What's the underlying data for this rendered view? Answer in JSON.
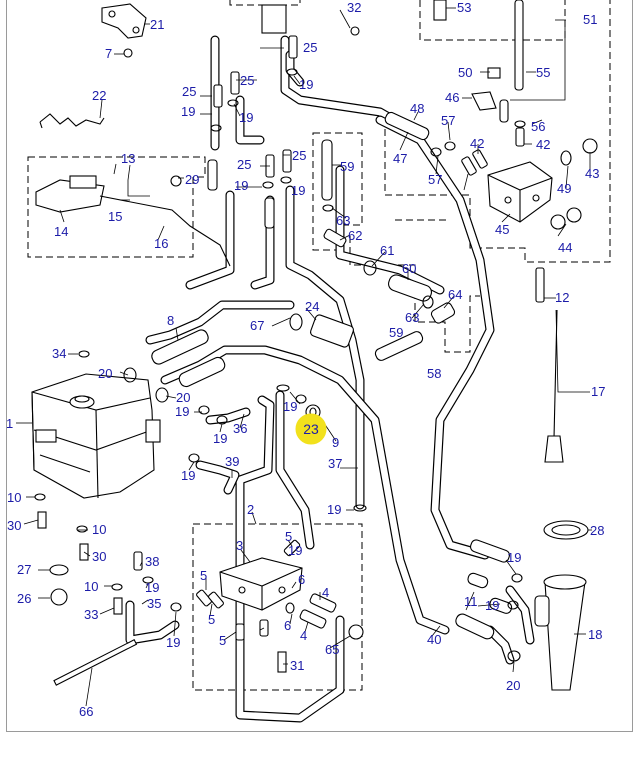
{
  "diagram": {
    "callout_color": "#1c1ca8",
    "highlight_color": "#f2e11c",
    "highlighted_part": "23",
    "labels": {
      "l1": "1",
      "l2": "2",
      "l3": "3",
      "l4a": "4",
      "l4b": "4",
      "l5a": "5",
      "l5b": "5",
      "l5c": "5",
      "l5d": "5",
      "l6a": "6",
      "l6b": "6",
      "l7": "7",
      "l8": "8",
      "l9": "9",
      "l10a": "10",
      "l10b": "10",
      "l10c": "10",
      "l11": "11",
      "l12": "12",
      "l13": "13",
      "l14": "14",
      "l15": "15",
      "l16": "16",
      "l17": "17",
      "l18": "18",
      "l19a": "19",
      "l19b": "19",
      "l19c": "19",
      "l19d": "19",
      "l19e": "19",
      "l19f": "19",
      "l19g": "19",
      "l19h": "19",
      "l19i": "19",
      "l19j": "19",
      "l19k": "19",
      "l19l": "19",
      "l19m": "19",
      "l19n": "19",
      "l20a": "20",
      "l20b": "20",
      "l20c": "20",
      "l21": "21",
      "l22": "22",
      "l23": "23",
      "l25a": "25",
      "l25b": "25",
      "l25c": "25",
      "l25d": "25",
      "l25e": "25",
      "l26": "26",
      "l27": "27",
      "l28": "28",
      "l29": "29",
      "l30a": "30",
      "l30b": "30",
      "l31": "31",
      "l32": "32",
      "l33": "33",
      "l34": "34",
      "l35": "35",
      "l36": "36",
      "l37": "37",
      "l38": "38",
      "l39": "39",
      "l40": "40",
      "l42a": "42",
      "l42b": "42",
      "l43": "43",
      "l44": "44",
      "l45": "45",
      "l46": "46",
      "l47": "47",
      "l48": "48",
      "l49": "49",
      "l50": "50",
      "l51": "51",
      "l53": "53",
      "l55": "55",
      "l56": "56",
      "l57a": "57",
      "l57b": "57",
      "l58": "58",
      "l59a": "59",
      "l59b": "59",
      "l60": "60",
      "l61": "61",
      "l62": "62",
      "l63a": "63",
      "l63b": "63",
      "l64": "64",
      "l65": "65",
      "l66": "66",
      "l67": "67",
      "l24": "24"
    }
  }
}
